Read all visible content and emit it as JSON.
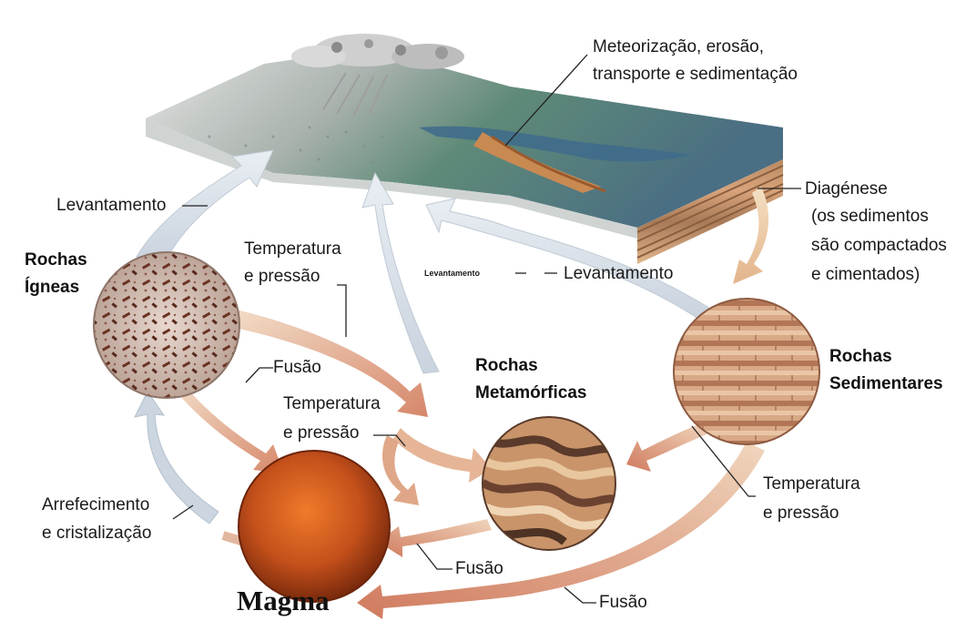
{
  "labels": {
    "weathering_1": "Meteorização, erosão,",
    "weathering_2": "transporte e sedimentação",
    "uplift_left": "Levantamento",
    "diagenesis_1": "Diagénese",
    "diagenesis_2": "(os sedimentos",
    "diagenesis_3": "são compactados",
    "diagenesis_4": "e cimentados)",
    "igneous_1": "Rochas",
    "igneous_2": "Ígneas",
    "temp_press_top_1": "Temperatura",
    "temp_press_top_2": "e pressão",
    "uplift_small": "Levantamento",
    "uplift_mid": "Levantamento",
    "sedimentary_1": "Rochas",
    "sedimentary_2": "Sedimentares",
    "fusion_left": "Fusão",
    "metamorphic_1": "Rochas",
    "metamorphic_2": "Metamórficas",
    "temp_press_mid_1": "Temperatura",
    "temp_press_mid_2": "e pressão",
    "temp_press_right_1": "Temperatura",
    "temp_press_right_2": "e pressão",
    "cooling_1": "Arrefecimento",
    "cooling_2": "e cristalização",
    "fusion_mid": "Fusão",
    "fusion_bottom": "Fusão",
    "magma": "Magma"
  }
}
